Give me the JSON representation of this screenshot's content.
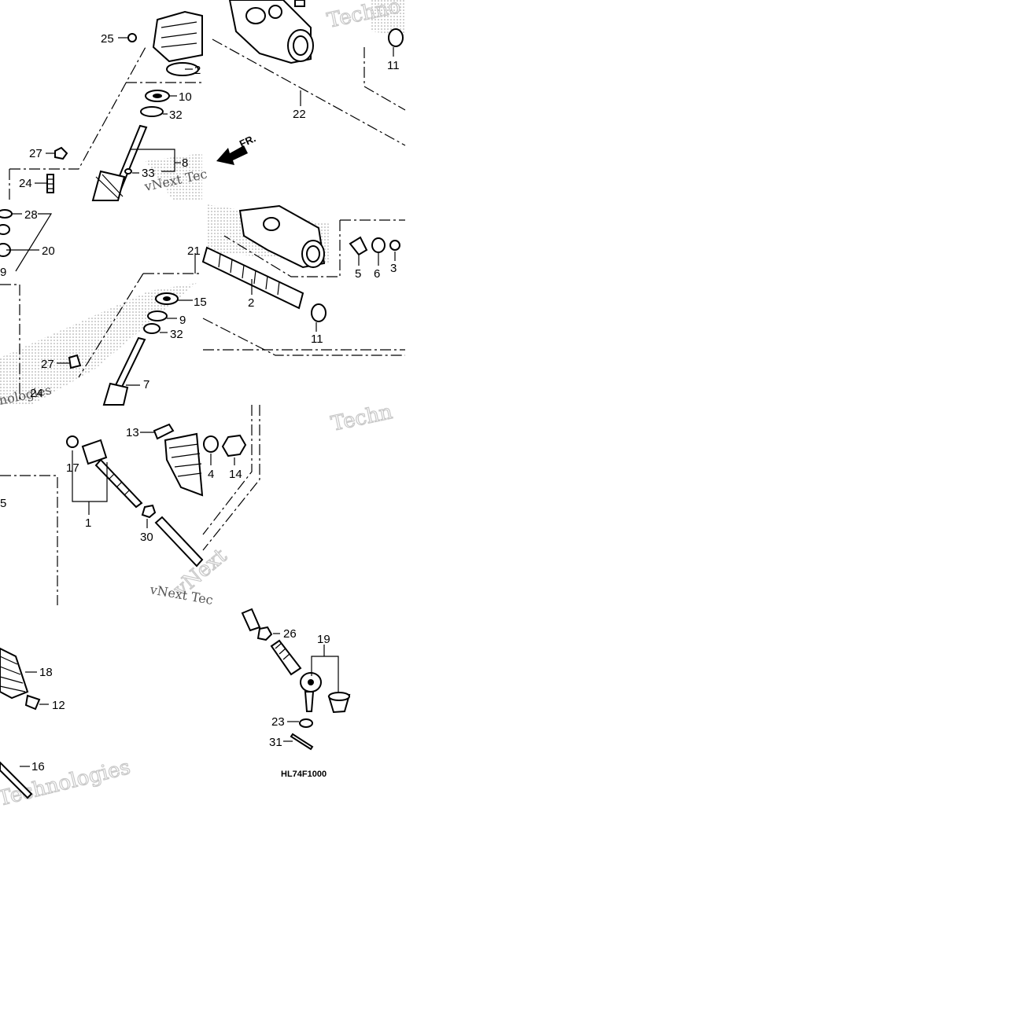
{
  "diagram": {
    "code": "HL74F1000",
    "front_marker": "FR.",
    "watermarks": [
      "Techno",
      "vNext Tec",
      "nologies",
      "Techn",
      "vNext",
      "Technologies",
      "vNext Tec"
    ],
    "icons": [
      "front-direction-arrow-icon"
    ],
    "callouts": [
      "25",
      "2",
      "10",
      "32",
      "8",
      "33",
      "27",
      "24",
      "28",
      "20",
      "9",
      "21",
      "15",
      "9",
      "32",
      "27",
      "24",
      "7",
      "22",
      "11",
      "5",
      "6",
      "3",
      "2",
      "11",
      "13",
      "17",
      "4",
      "14",
      "1",
      "30",
      "5",
      "18",
      "12",
      "16",
      "26",
      "19",
      "23",
      "31"
    ]
  }
}
